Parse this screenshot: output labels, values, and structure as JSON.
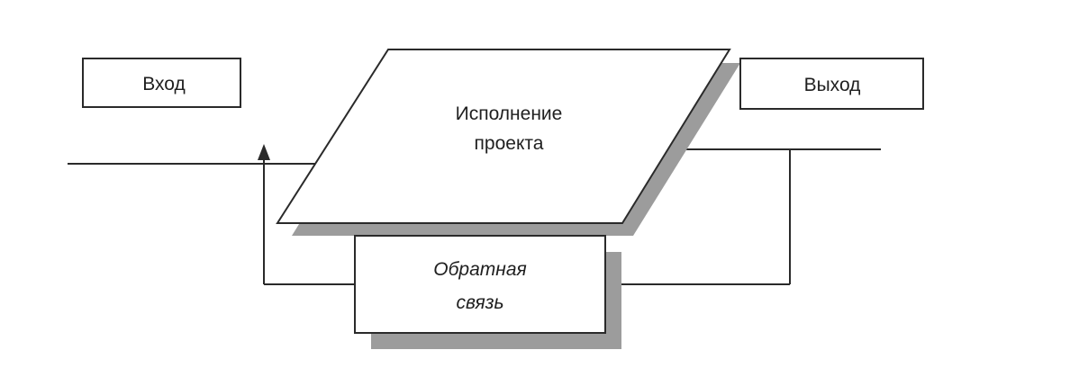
{
  "input_label": "Вход",
  "output_label": "Выход",
  "process_label": [
    "Исполнение",
    "проекта"
  ],
  "feedback_label": [
    "Обратная",
    "связь"
  ],
  "colors": {
    "stroke": "#2a2a2a",
    "shadow": "#9c9c9c",
    "fill": "#ffffff",
    "text": "#1f1f1f"
  }
}
